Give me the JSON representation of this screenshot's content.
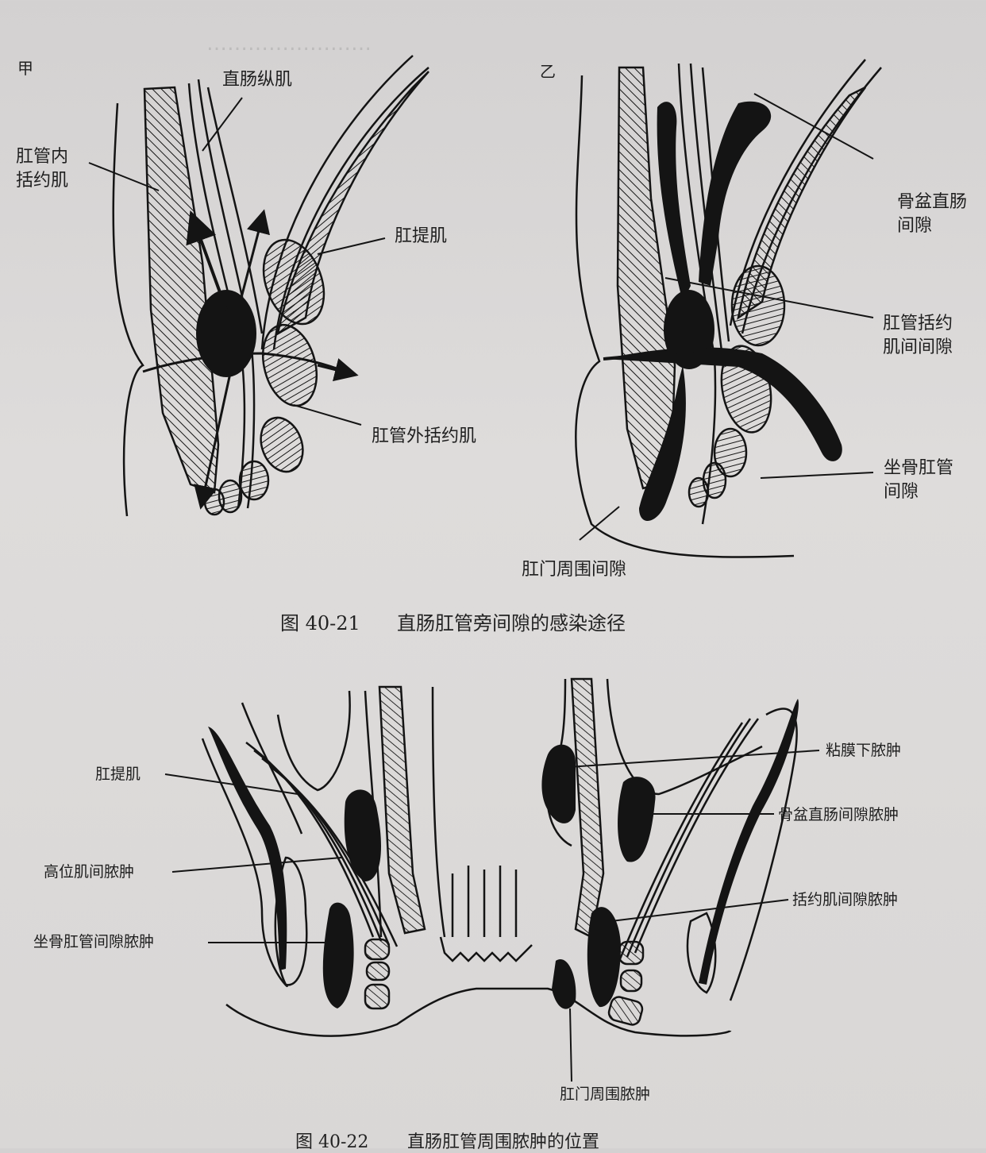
{
  "figure_21": {
    "caption_number": "图 40-21",
    "caption_title": "直肠肛管旁间隙的感染途径",
    "panel_a": {
      "tag": "甲",
      "labels": {
        "rectal_longitudinal_muscle": "直肠纵肌",
        "internal_sphincter": "肛管内\n括约肌",
        "levator_ani": "肛提肌",
        "external_sphincter": "肛管外括约肌"
      }
    },
    "panel_b": {
      "tag": "乙",
      "labels": {
        "pelvirectal_space": "骨盆直肠\n间隙",
        "intersphincteric_space": "肛管括约\n肌间间隙",
        "ischioanal_space": "坐骨肛管\n间隙",
        "perianal_space": "肛门周围间隙"
      }
    }
  },
  "figure_22": {
    "caption_number": "图 40-22",
    "caption_title": "直肠肛管周围脓肿的位置",
    "labels_left": {
      "levator_ani": "肛提肌",
      "high_intermuscular_abscess": "高位肌间脓肿",
      "ischioanal_abscess": "坐骨肛管间隙脓肿"
    },
    "labels_right": {
      "submucosal_abscess": "粘膜下脓肿",
      "pelvirectal_abscess": "骨盆直肠间隙脓肿",
      "intersphincteric_abscess": "括约肌间隙脓肿"
    },
    "label_bottom": {
      "perianal_abscess": "肛门周围脓肿"
    }
  },
  "colors": {
    "paper": "#dbd9d8",
    "ink": "#141414"
  }
}
